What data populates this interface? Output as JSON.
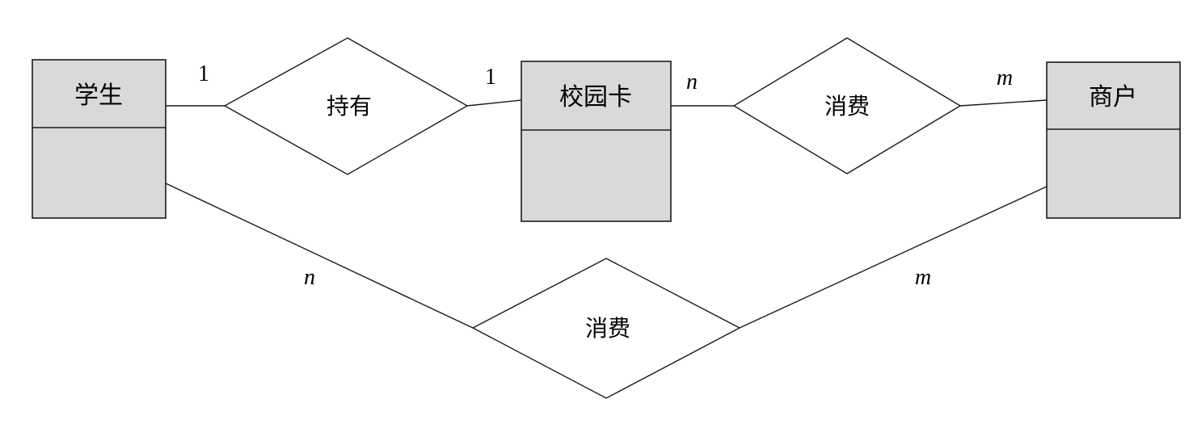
{
  "diagram": {
    "kind": "er-diagram",
    "entities": [
      {
        "id": "student",
        "label": "学生"
      },
      {
        "id": "campus-card",
        "label": "校园卡"
      },
      {
        "id": "merchant",
        "label": "商户"
      }
    ],
    "relationships": [
      {
        "id": "hold",
        "label": "持有",
        "from_entity": "学生",
        "to_entity": "校园卡",
        "from_cardinality": "1",
        "to_cardinality": "1"
      },
      {
        "id": "consume-card-merchant",
        "label": "消费",
        "from_entity": "校园卡",
        "to_entity": "商户",
        "from_cardinality": "n",
        "to_cardinality": "m"
      },
      {
        "id": "consume-student-merchant",
        "label": "消费",
        "from_entity": "学生",
        "to_entity": "商户",
        "from_cardinality": "n",
        "to_cardinality": "m"
      }
    ],
    "colors": {
      "entity_fill": "#d9d9d9",
      "stroke": "#1a1a1a",
      "background": "#ffffff"
    }
  }
}
